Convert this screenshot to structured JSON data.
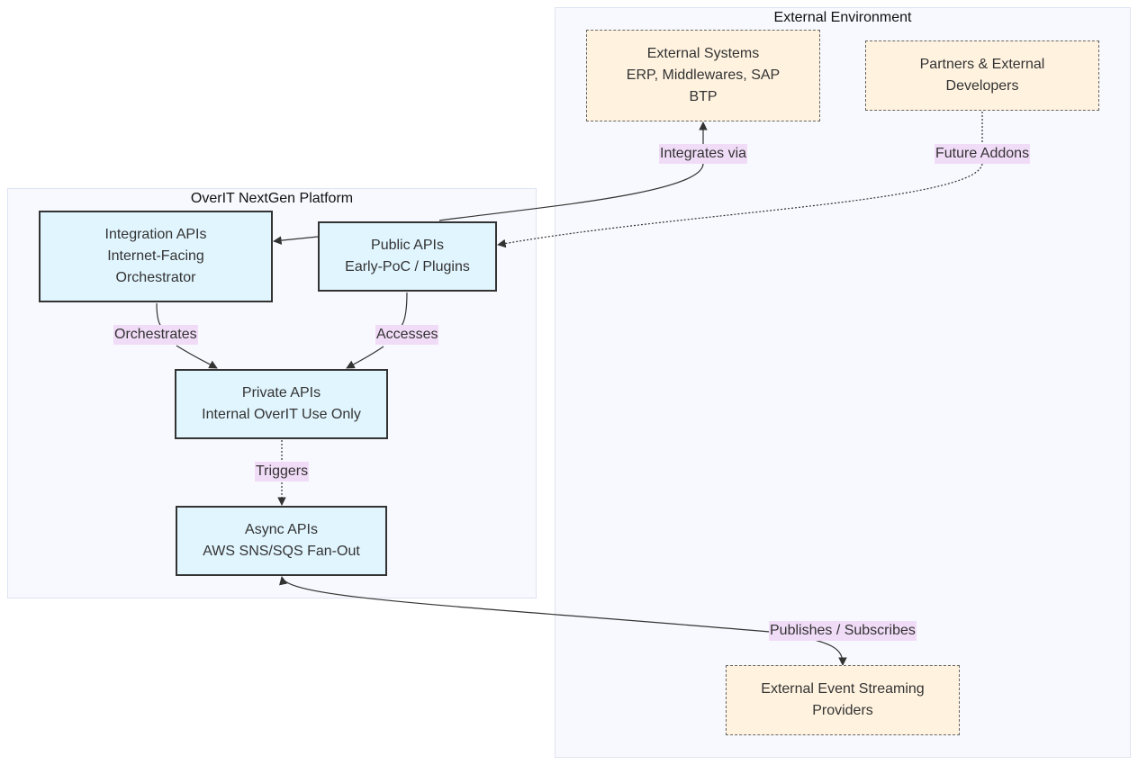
{
  "clusters": {
    "external": {
      "title": "External Environment"
    },
    "platform": {
      "title": "OverIT NextGen Platform"
    }
  },
  "nodes": {
    "external_systems": {
      "lines": [
        "External Systems",
        "ERP, Middlewares, SAP",
        "BTP"
      ]
    },
    "partners": {
      "lines": [
        "Partners & External",
        "Developers"
      ]
    },
    "integration_apis": {
      "lines": [
        "Integration APIs",
        "Internet-Facing",
        "Orchestrator"
      ]
    },
    "public_apis": {
      "lines": [
        "Public APIs",
        "Early-PoC / Plugins"
      ]
    },
    "private_apis": {
      "lines": [
        "Private APIs",
        "Internal OverIT Use Only"
      ]
    },
    "async_apis": {
      "lines": [
        "Async APIs",
        "AWS SNS/SQS Fan-Out"
      ]
    },
    "event_streaming": {
      "lines": [
        "External Event Streaming",
        "Providers"
      ]
    }
  },
  "edges": {
    "integrates_via": "Integrates via",
    "future_addons": "Future Addons",
    "orchestrates": "Orchestrates",
    "accesses": "Accesses",
    "triggers": "Triggers",
    "publishes_subscribes": "Publishes / Subscribes"
  },
  "colors": {
    "internal_fill": "#e1f5fe",
    "external_fill": "#fff3e0",
    "label_bg": "#f1dcf7",
    "cluster_fill": "#f8f9fe"
  }
}
